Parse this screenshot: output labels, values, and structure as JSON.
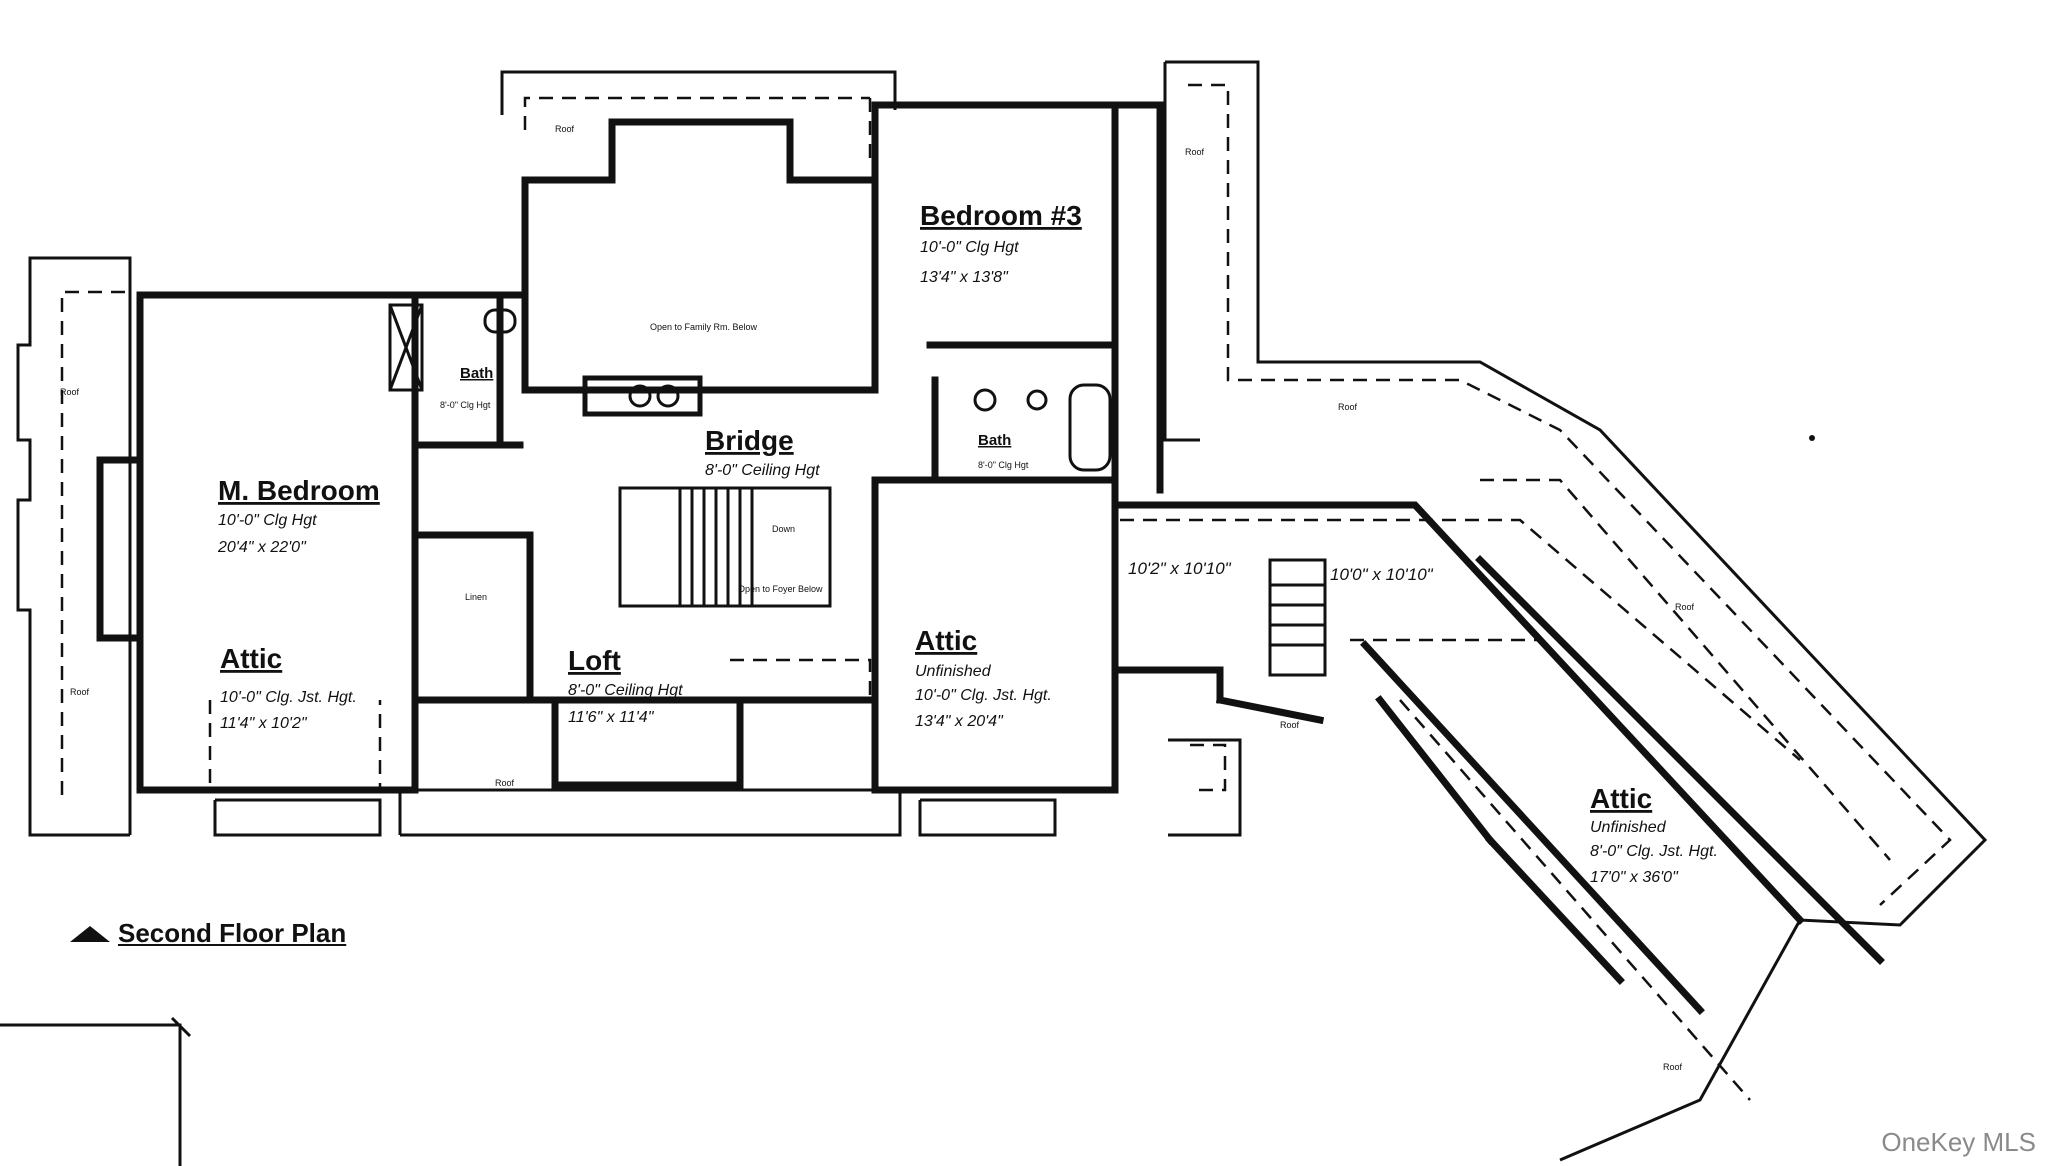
{
  "plan": {
    "title": "Second Floor Plan",
    "watermark": "OneKey MLS",
    "roof_label": "Roof",
    "rooms": [
      {
        "key": "mbed",
        "name": "M. Bedroom",
        "ceiling": "10'-0\" Clg Hgt",
        "size": "20'4\" x 22'0\""
      },
      {
        "key": "bed3",
        "name": "Bedroom #3",
        "ceiling": "10'-0\" Clg Hgt",
        "size": "13'4\" x 13'8\""
      },
      {
        "key": "bridge",
        "name": "Bridge",
        "ceiling": "8'-0\" Ceiling Hgt",
        "size": ""
      },
      {
        "key": "loft",
        "name": "Loft",
        "ceiling": "8'-0\" Ceiling Hgt",
        "size": "11'6\" x 11'4\""
      },
      {
        "key": "attic1",
        "name": "Attic",
        "ceiling": "10'-0\" Clg. Jst. Hgt.",
        "size": "11'4\" x 10'2\""
      },
      {
        "key": "attic2",
        "name": "Attic",
        "status": "Unfinished",
        "ceiling": "10'-0\" Clg. Jst. Hgt.",
        "size": "13'4\" x 20'4\""
      },
      {
        "key": "attic3",
        "name": "Attic",
        "status": "Unfinished",
        "ceiling": "8'-0\" Clg. Jst. Hgt.",
        "size": "17'0\" x 36'0\""
      },
      {
        "key": "bath1",
        "name": "Bath",
        "ceiling": "8'-0\" Clg Hgt",
        "size": ""
      },
      {
        "key": "bath2",
        "name": "Bath",
        "ceiling": "8'-0\" Clg Hgt",
        "size": ""
      }
    ],
    "dims": {
      "left": "10'2\" x 10'10\"",
      "right": "10'0\" x 10'10\""
    },
    "notes": {
      "open_below": "Open to Family Rm. Below",
      "open_foyer": "Open to Foyer Below",
      "down": "Down",
      "linen": "Linen"
    }
  }
}
